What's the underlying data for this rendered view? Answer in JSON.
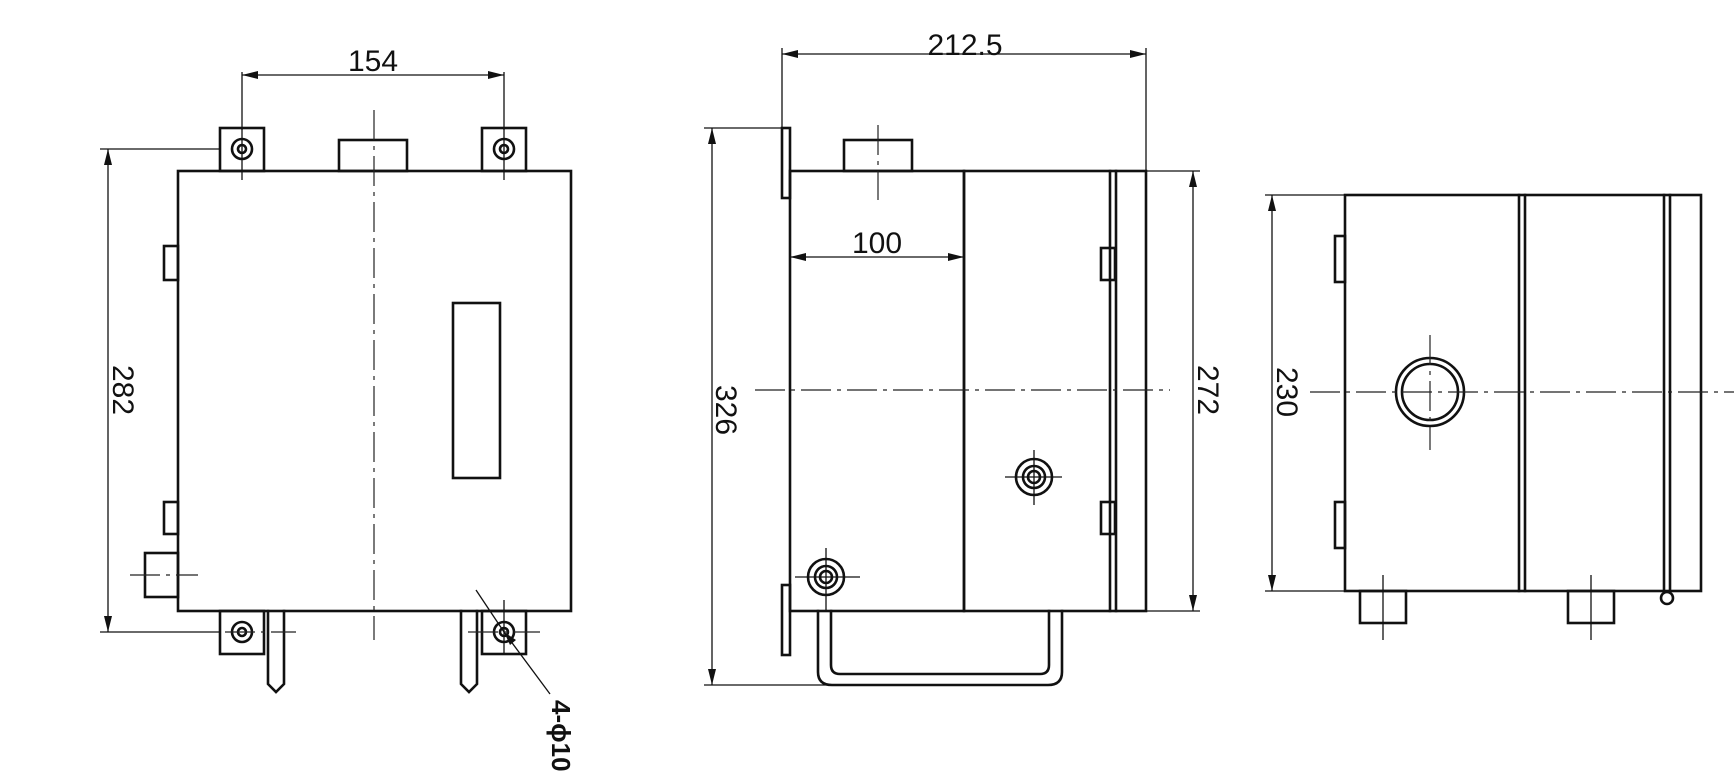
{
  "dimensions": {
    "front_width": "154",
    "front_height": "282",
    "mount_holes": "4-ϕ10",
    "side_overall_width": "212.5",
    "side_inner_depth": "100",
    "side_overall_height": "326",
    "side_body_height": "272",
    "right_height": "230"
  }
}
